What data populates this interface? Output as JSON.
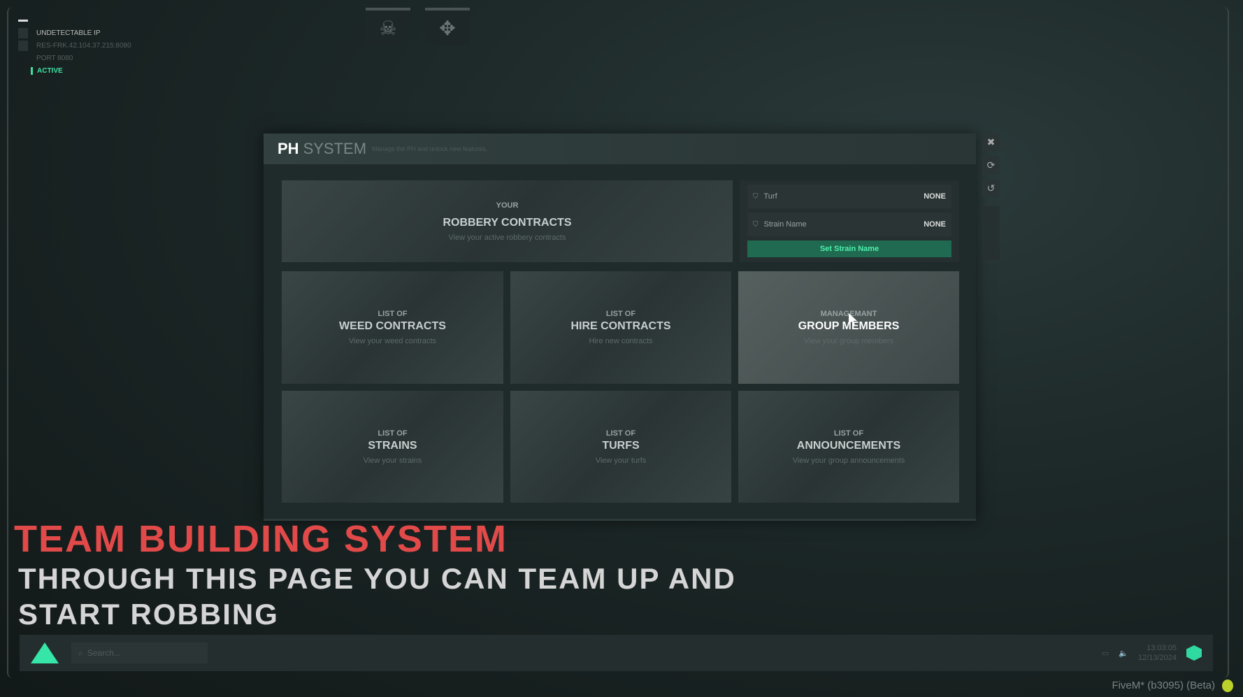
{
  "vpn": {
    "lines": [
      "UNDETECTABLE IP",
      "RES-FRK.42.104.37.215:8080",
      "PORT 8080"
    ],
    "status": "ACTIVE"
  },
  "top_icons": [
    "ph-skull-icon",
    "move-arrows-icon"
  ],
  "panel": {
    "title_a": "PH",
    "title_b": "SYSTEM",
    "subtitle": "Manage the PH and unlock new features.",
    "robbery": {
      "kicker": "YOUR",
      "title": "ROBBERY CONTRACTS",
      "desc": "View your active robbery contracts"
    },
    "info": {
      "turf_label": "Turf",
      "turf_value": "NONE",
      "strain_label": "Strain Name",
      "strain_value": "NONE",
      "button": "Set Strain Name"
    },
    "cards": [
      {
        "kicker": "LIST OF",
        "title": "WEED CONTRACTS",
        "desc": "View your weed contracts"
      },
      {
        "kicker": "LIST OF",
        "title": "HIRE CONTRACTS",
        "desc": "Hire new contracts"
      },
      {
        "kicker": "MANAGEMANT",
        "title": "GROUP MEMBERS",
        "desc": "View your group members"
      },
      {
        "kicker": "LIST OF",
        "title": "STRAINS",
        "desc": "View your strains"
      },
      {
        "kicker": "LIST OF",
        "title": "TURFS",
        "desc": "View your turfs"
      },
      {
        "kicker": "LIST OF",
        "title": "ANNOUNCEMENTS",
        "desc": "View your group announcements"
      }
    ]
  },
  "caption": {
    "title": "TEAM BUILDING SYSTEM",
    "body": "THROUGH THIS PAGE YOU CAN TEAM UP AND START ROBBING"
  },
  "taskbar": {
    "search_placeholder": "Search...",
    "time": "13:03:05",
    "date": "12/13/2024"
  },
  "footer": "FiveM* (b3095) (Beta)",
  "colors": {
    "accent": "#3fe0a2",
    "caption_red": "#e24a4a"
  }
}
